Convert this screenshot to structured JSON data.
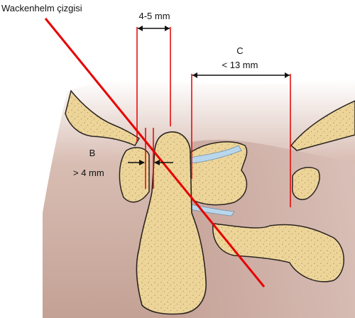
{
  "labels": {
    "wackenheim_line": "Wackenhelm çizgisi",
    "top_interval": "4-5 mm",
    "b_letter": "B",
    "b_value": "> 4 mm",
    "c_letter": "C",
    "c_value": "< 13 mm"
  },
  "colors": {
    "measure_red": "#e60000",
    "bone_fill": "#edd59a",
    "bone_outline": "#2a2420",
    "soft_tissue": "#c9a9a0",
    "cartilage": "#b9d7ec"
  }
}
